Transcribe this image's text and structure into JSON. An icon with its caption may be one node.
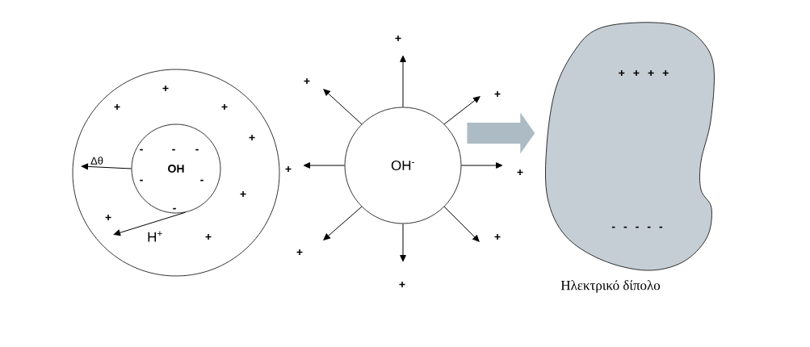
{
  "diagram": {
    "nodes": [
      {
        "text": [],
        "shape": "circle"
      },
      {
        "text": [
          "OH"
        ],
        "in": 0
      },
      {
        "text": [
          "OH$^{-}$"
        ]
      },
      {
        "text": [],
        "shape": "blob",
        "beside": [
          "Ηλεκτρικό δίπολο"
        ]
      }
    ],
    "edges": [
      {
        "from": 1,
        "to": null,
        "arrow": "to",
        "label": "Δθ"
      },
      {
        "from": 1,
        "to": null,
        "arrow": "to",
        "label": "H$^{+}$"
      },
      {
        "from": 2,
        "to": null,
        "arrow": "to"
      },
      {
        "from": 2,
        "to": null,
        "arrow": "to"
      },
      {
        "from": 2,
        "to": null,
        "arrow": "to"
      },
      {
        "from": 2,
        "to": null,
        "arrow": "to"
      },
      {
        "from": 2,
        "to": null,
        "arrow": "to"
      },
      {
        "from": 2,
        "to": null,
        "arrow": "to"
      },
      {
        "from": 2,
        "to": null,
        "arrow": "to"
      },
      {
        "from": 2,
        "to": null,
        "arrow": "to"
      },
      {
        "from": 2,
        "to": 3,
        "arrow": "to",
        "style": "thick",
        "color": "#adbcc4"
      }
    ],
    "labels": [
      "+",
      "+ + + +",
      "+",
      "+",
      "+",
      "+",
      "+",
      "+",
      "-",
      "-",
      "-",
      "+",
      "+",
      "-",
      "-",
      "+",
      "-",
      "+",
      "- - - - -",
      "+",
      "+",
      "+",
      "+"
    ]
  }
}
